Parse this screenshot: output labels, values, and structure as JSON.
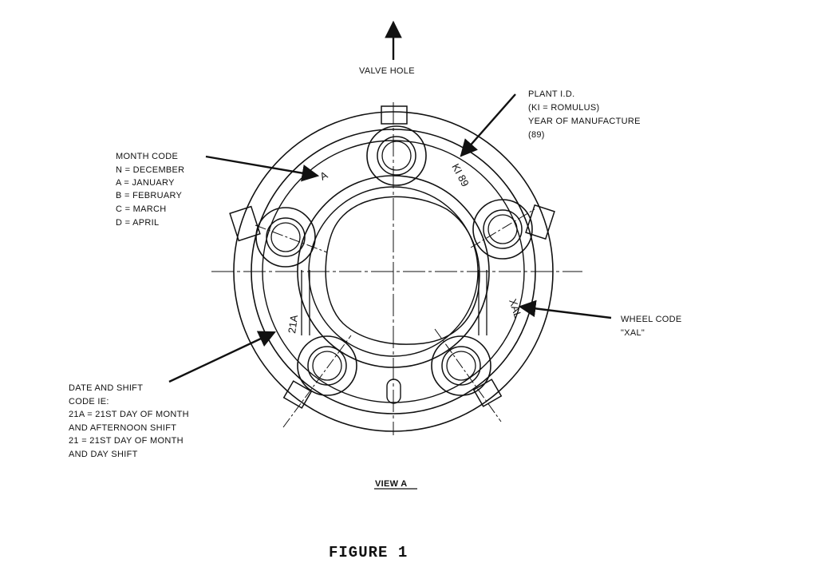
{
  "labels": {
    "valve_hole": "VALVE HOLE",
    "plant_id": [
      "PLANT I.D.",
      "(KI = ROMULUS)",
      "YEAR OF MANUFACTURE",
      "(89)"
    ],
    "month_code": [
      "MONTH CODE",
      "N = DECEMBER",
      "A = JANUARY",
      "B = FEBRUARY",
      "C = MARCH",
      "D = APRIL"
    ],
    "wheel_code": [
      "WHEEL CODE",
      "\"XAL\""
    ],
    "date_shift": [
      "DATE AND SHIFT",
      "CODE IE:",
      "21A = 21ST DAY OF MONTH",
      "AND AFTERNOON SHIFT",
      "21 = 21ST DAY OF MONTH",
      "AND DAY SHIFT"
    ],
    "view": "VIEW A",
    "figure": "FIGURE 1"
  },
  "wheel_marks": {
    "month": "A",
    "plant_year": "KI 89",
    "wheel": "XAL",
    "date": "21A"
  }
}
